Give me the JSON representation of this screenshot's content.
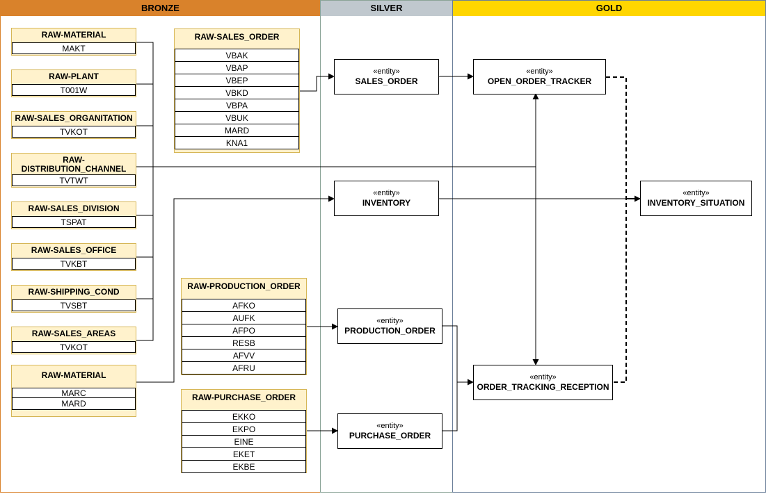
{
  "lanes": {
    "bronze": {
      "label": "BRONZE",
      "color": "#d9822b"
    },
    "silver": {
      "label": "SILVER",
      "color": "#c0c8ce"
    },
    "gold": {
      "label": "GOLD",
      "color": "#ffd600"
    }
  },
  "stereotype": "«entity»",
  "raw_tables": [
    {
      "name": "RAW-MATERIAL",
      "rows": [
        "MAKT"
      ]
    },
    {
      "name": "RAW-PLANT",
      "rows": [
        "T001W"
      ]
    },
    {
      "name": "RAW-SALES_ORGANITATION",
      "rows": [
        "TVKOT"
      ]
    },
    {
      "name": "RAW-\nDISTRIBUTION_CHANNEL",
      "rows": [
        "TVTWT"
      ]
    },
    {
      "name": "RAW-SALES_DIVISION",
      "rows": [
        "TSPAT"
      ]
    },
    {
      "name": "RAW-SALES_OFFICE",
      "rows": [
        "TVKBT"
      ]
    },
    {
      "name": "RAW-SHIPPING_COND",
      "rows": [
        "TVSBT"
      ]
    },
    {
      "name": "RAW-SALES_AREAS",
      "rows": [
        "TVKOT"
      ]
    },
    {
      "name": "RAW-MATERIAL",
      "rows": [
        "MARC",
        "MARD"
      ]
    },
    {
      "name": "RAW-SALES_ORDER",
      "rows": [
        "VBAK",
        "VBAP",
        "VBEP",
        "VBKD",
        "VBPA",
        "VBUK",
        "MARD",
        "KNA1"
      ]
    },
    {
      "name": "RAW-PRODUCTION_ORDER",
      "rows": [
        "AFKO",
        "AUFK",
        "AFPO",
        "RESB",
        "AFVV",
        "AFRU"
      ]
    },
    {
      "name": "RAW-PURCHASE_ORDER",
      "rows": [
        "EKKO",
        "EKPO",
        "EINE",
        "EKET",
        "EKBE"
      ]
    }
  ],
  "entities": [
    {
      "name": "SALES_ORDER"
    },
    {
      "name": "INVENTORY"
    },
    {
      "name": "PRODUCTION_ORDER"
    },
    {
      "name": "PURCHASE_ORDER"
    },
    {
      "name": "OPEN_ORDER_TRACKER"
    },
    {
      "name": "ORDER_TRACKING_RECEPTION"
    },
    {
      "name": "INVENTORY_SITUATION"
    }
  ]
}
